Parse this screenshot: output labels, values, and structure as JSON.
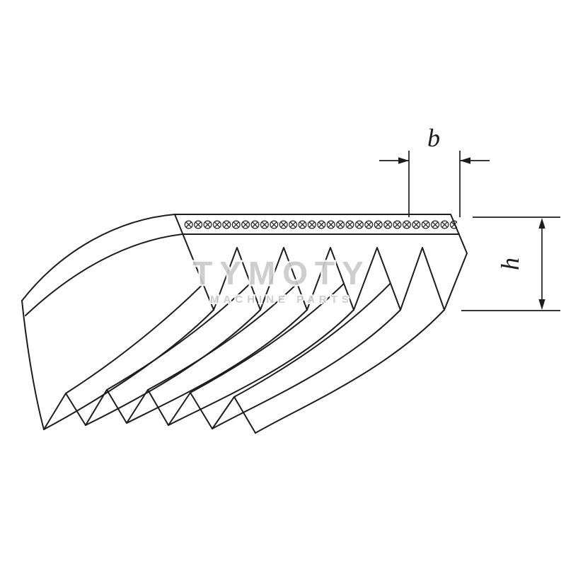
{
  "dimensions": {
    "width_label": "b",
    "height_label": "h"
  },
  "watermark": {
    "title": "TYMOTY",
    "subtitle": "MACHINE PARTS"
  },
  "colors": {
    "line": "#1d1d1d",
    "watermark": "#c9c9c9",
    "background": "#ffffff"
  }
}
